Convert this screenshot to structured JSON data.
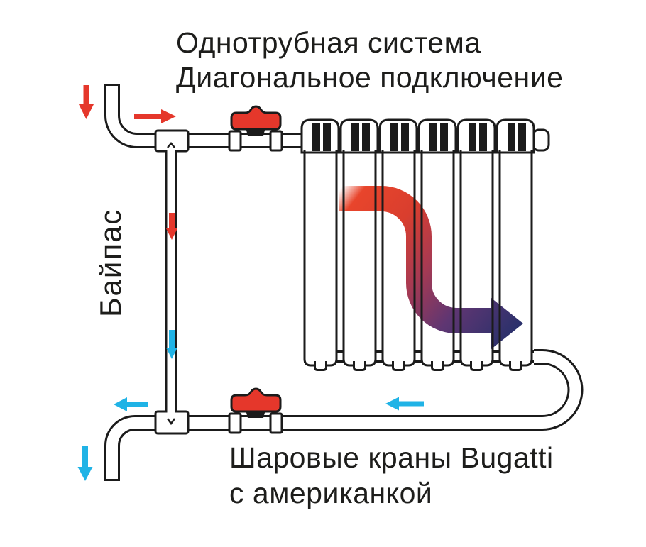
{
  "title": {
    "line1": "Однотрубная система",
    "line2": "Диагональное подключение"
  },
  "labels": {
    "bypass": "Байпас",
    "valves_line1": "Шаровые краны Bugatti",
    "valves_line2": "с американкой"
  },
  "colors": {
    "outline": "#1b1b1b",
    "hot": "#e5372b",
    "cold": "#20b3e6",
    "valve_handle": "#e5372b",
    "gradient_start": "#e8452c",
    "gradient_mid": "#a83a52",
    "gradient_end": "#27306b"
  },
  "diagram": {
    "radiator_sections": 6
  }
}
